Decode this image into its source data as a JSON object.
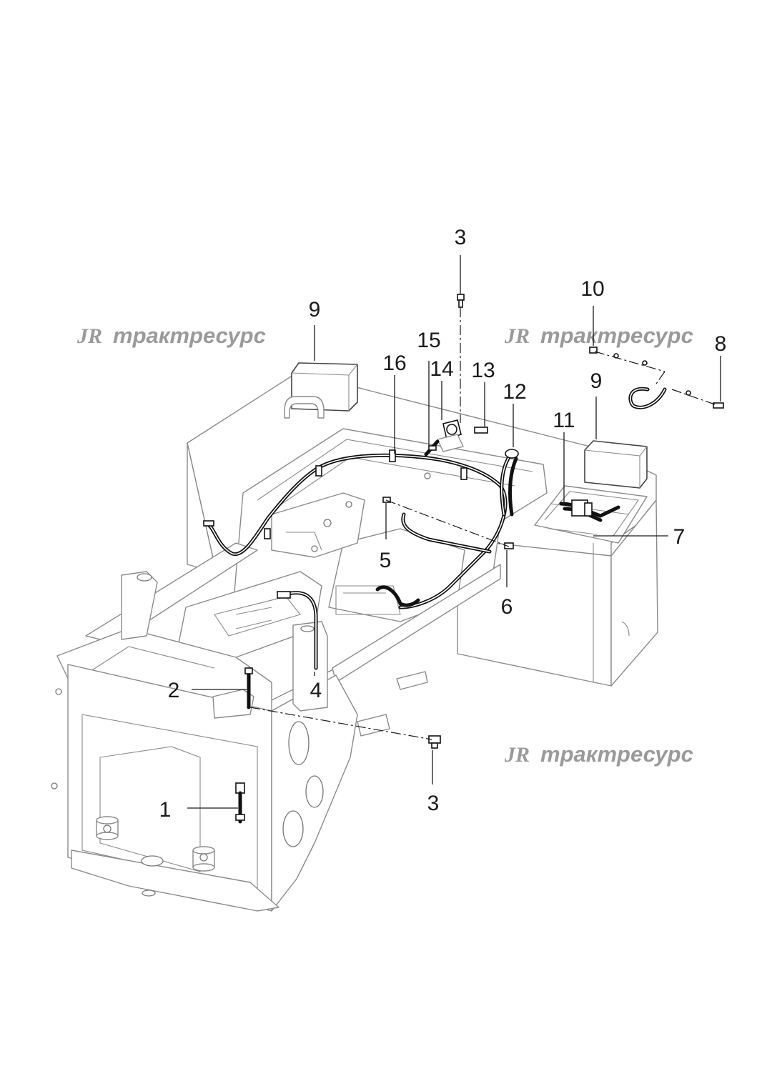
{
  "watermark": {
    "logo": "JR",
    "text": "трактресурс"
  },
  "callouts": {
    "c1": "1",
    "c2": "2",
    "c3_top": "3",
    "c3_bottom": "3",
    "c4": "4",
    "c5": "5",
    "c6": "6",
    "c7": "7",
    "c8": "8",
    "c9_left": "9",
    "c9_right": "9",
    "c10": "10",
    "c11": "11",
    "c12": "12",
    "c13": "13",
    "c14": "14",
    "c15": "15",
    "c16": "16"
  }
}
